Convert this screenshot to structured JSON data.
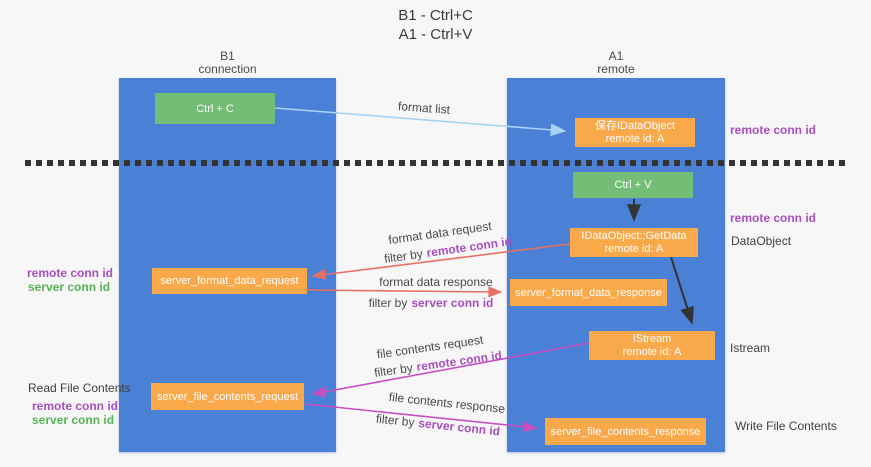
{
  "title": {
    "line1": "B1 - Ctrl+C",
    "line2": "A1 - Ctrl+V"
  },
  "columns": {
    "left": {
      "name": "B1",
      "role": "connection"
    },
    "right": {
      "name": "A1",
      "role": "remote"
    }
  },
  "nodes": {
    "ctrl_c": {
      "label": "Ctrl + C"
    },
    "ctrl_v": {
      "label": "Ctrl + V"
    },
    "save_dataobject": {
      "line1": "保存IDataObject",
      "line2": "remote id: A"
    },
    "getdata": {
      "line1": "IDataObject::GetData",
      "line2": "remote id: A"
    },
    "istream": {
      "line1": "IStream",
      "line2": "remote id: A"
    },
    "server_format_data_request": {
      "label": "server_format_data_request"
    },
    "server_format_data_response": {
      "label": "server_format_data_response"
    },
    "server_file_contents_request": {
      "label": "server_file_contents_request"
    },
    "server_file_contents_response": {
      "label": "server_file_contents_response"
    }
  },
  "arrows": {
    "format_list": {
      "label": "format list"
    },
    "format_data_request": {
      "label": "format data request",
      "filter_prefix": "filter by",
      "filter_key": "remote conn id"
    },
    "format_data_response": {
      "label": "format data response",
      "filter_prefix": "filter by",
      "filter_key": "server conn id"
    },
    "file_contents_request": {
      "label": "file contents request",
      "filter_prefix": "filter by",
      "filter_key": "remote conn id"
    },
    "file_contents_response": {
      "label": "file contents response",
      "filter_prefix": "filter by",
      "filter_key": "server conn id"
    }
  },
  "side_labels": {
    "right_remote_conn_id_1": "remote conn id",
    "right_remote_conn_id_2": "remote conn id",
    "dataobject": "DataObject",
    "istream": "Istream",
    "write_file_contents": "Write File Contents",
    "left_remote_conn_id_1": "remote conn id",
    "left_server_conn_id_1": "server conn id",
    "read_file_contents": "Read File Contents",
    "left_remote_conn_id_2": "remote conn id",
    "left_server_conn_id_2": "server conn id"
  },
  "colors": {
    "column_blue": "#4a80d6",
    "node_green": "#74bd76",
    "node_orange": "#f9a84a",
    "arrow_red": "#e77066",
    "arrow_magenta": "#c94fc1",
    "arrow_light_blue": "#a9d3f2",
    "arrow_black": "#333333",
    "text_purple": "#a84fc0",
    "text_green": "#55b457"
  }
}
